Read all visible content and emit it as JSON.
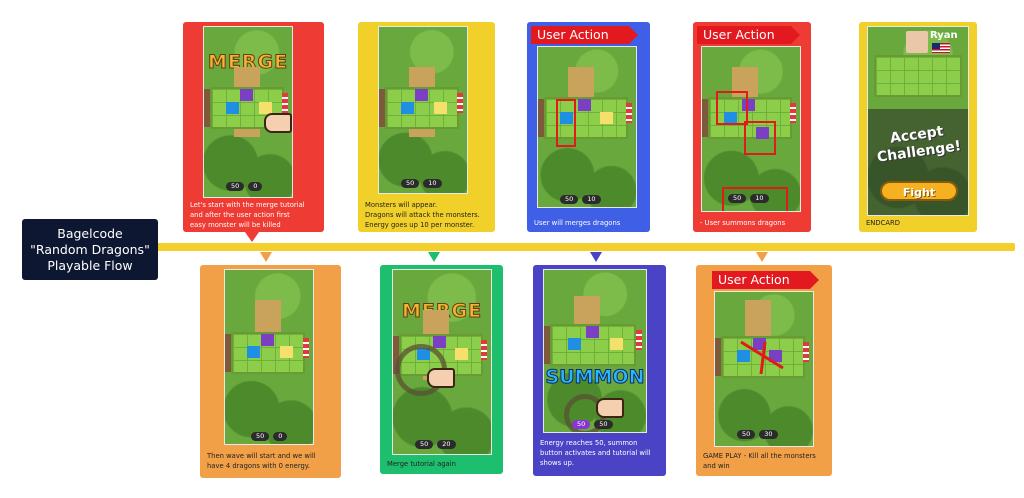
{
  "title": "Bagelcode\n\"Random Dragons\"\nPlayable Flow",
  "colors": {
    "timeline": "#f2cf2a",
    "red": "#ee3b33",
    "yellow": "#f2d02a",
    "blue": "#3f5fe6",
    "orange": "#f2a047",
    "green": "#1dbf6e",
    "indigo": "#4a43c6",
    "title_bg": "#0e1731"
  },
  "steps": [
    {
      "id": "merge-intro",
      "caption": "Let's start with the merge tutorial\nand after the user action first\neasy monster will be killed",
      "overlay": "MERGE",
      "energy": "50",
      "counter": "0"
    },
    {
      "id": "monsters-appear",
      "caption": "Monsters will appear.\nDragons will attack the monsters.\nEnergy goes up 10 per monster.",
      "energy": "50",
      "counter": "10"
    },
    {
      "id": "user-merges",
      "banner": "User Action",
      "caption": "User will merges dragons",
      "energy": "50",
      "counter": "10"
    },
    {
      "id": "user-summons",
      "banner": "User Action",
      "caption": "- User summons dragons",
      "energy": "50",
      "counter": "10"
    },
    {
      "id": "endcard",
      "caption": "ENDCARD",
      "player_name": "Ryan",
      "headline": "Accept\nChallenge!",
      "button": "Fight"
    },
    {
      "id": "wave-start",
      "caption": "Then wave will start and we will\nhave 4 dragons with 0 energy.",
      "energy": "50",
      "counter": "0"
    },
    {
      "id": "merge-again",
      "caption": "Merge tutorial again",
      "overlay": "MERGE",
      "energy": "50",
      "counter": "20"
    },
    {
      "id": "summon-tutorial",
      "caption": "Energy reaches 50, summon\nbutton activates and tutorial will\nshows up.",
      "overlay": "SUMMON",
      "energy": "50",
      "counter": "50"
    },
    {
      "id": "game-play",
      "banner": "User Action",
      "caption": "GAME PLAY - Kill all the monsters\nand win",
      "energy": "50",
      "counter": "30"
    }
  ]
}
